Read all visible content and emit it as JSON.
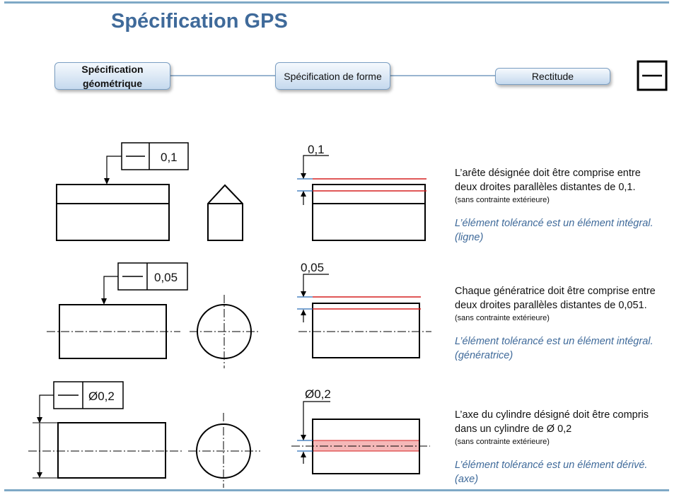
{
  "title": "Spécification GPS",
  "breadcrumb": {
    "n1": "Spécification géométrique",
    "n2": "Spécification de forme",
    "n3": "Rectitude"
  },
  "rows": [
    {
      "frame_value": "0,1",
      "zone_value": "0,1",
      "line1": "L’arête désignée doit être comprise entre",
      "line2": "deux droites parallèles distantes de 0,1.",
      "sub": "(sans contrainte extérieure)",
      "note1": "L’élément tolérancé est un élément intégral.",
      "note2": "(ligne)"
    },
    {
      "frame_value": "0,05",
      "zone_value": "0,05",
      "line1": "Chaque génératrice doit être comprise entre",
      "line2": "deux droites parallèles distantes de 0,051.",
      "sub": "(sans contrainte extérieure)",
      "note1": "L’élément tolérancé est un élément intégral.",
      "note2": "(génératrice)"
    },
    {
      "frame_value": "Ø0,2",
      "zone_value": "Ø0,2",
      "line1": "L’axe du cylindre désigné doit être compris",
      "line2": "dans un cylindre de Ø 0,2",
      "sub": "(sans contrainte extérieure)",
      "note1": "L’élément tolérancé est un élément dérivé.",
      "note2": "(axe)"
    }
  ],
  "colors": {
    "title": "#3f6a9a",
    "zone_red": "#d62020",
    "zone_blue": "#2c6fb6",
    "zone_fill": "#f5b8b8"
  },
  "icons": {
    "symbol": "straightness-icon"
  }
}
